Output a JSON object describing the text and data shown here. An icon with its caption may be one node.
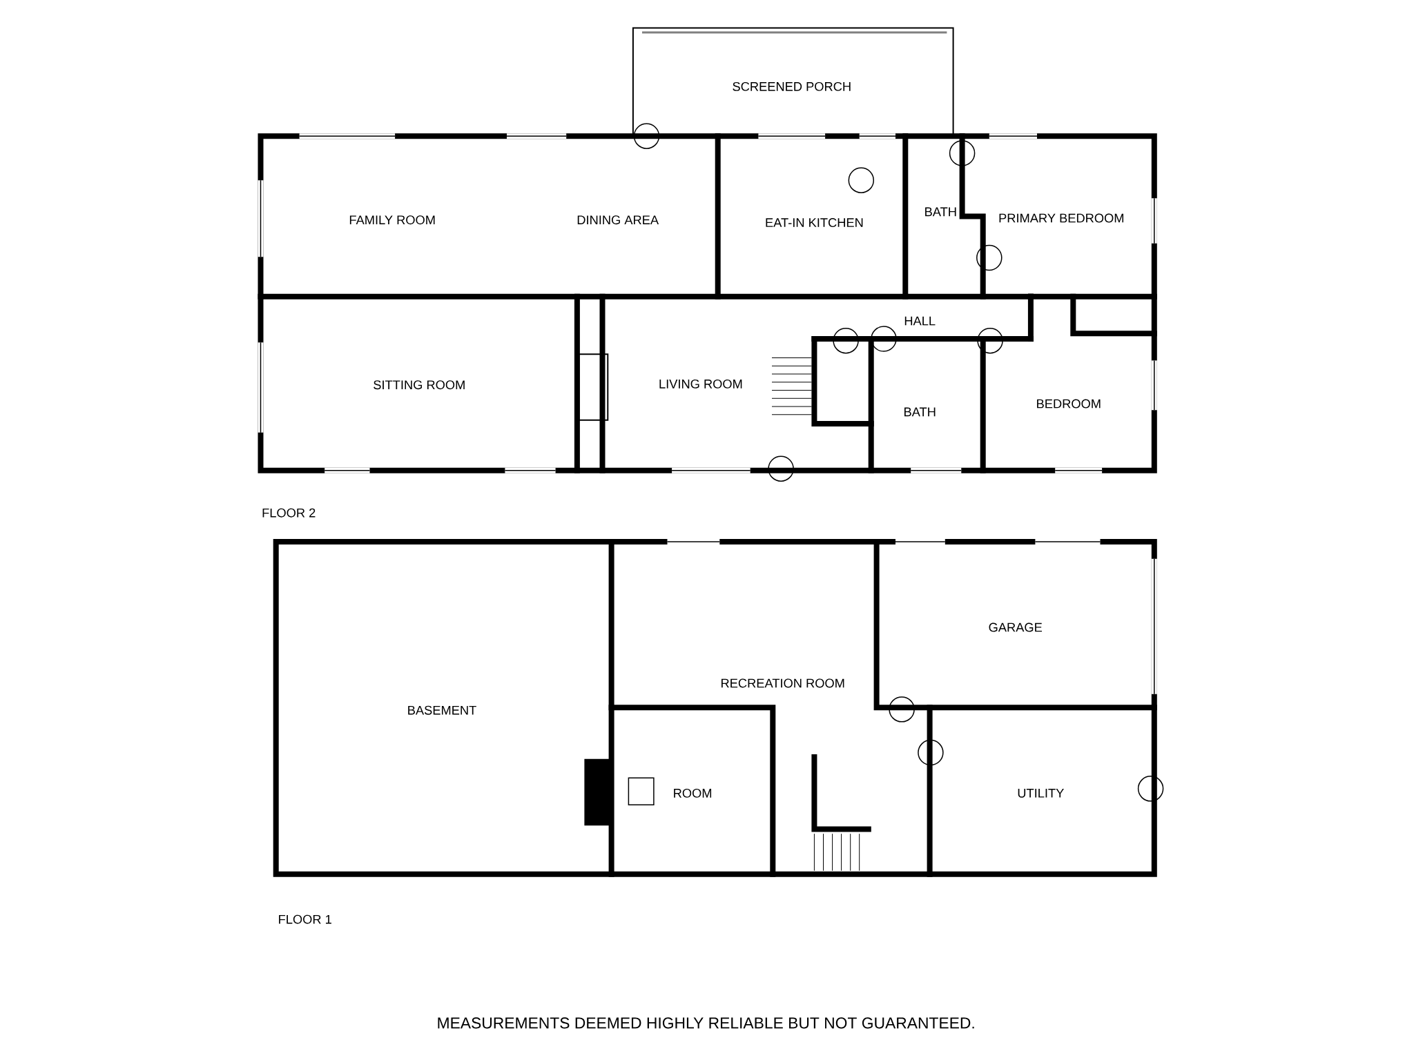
{
  "diagram": {
    "caption": "MEASUREMENTS DEEMED HIGHLY RELIABLE BUT NOT GUARANTEED.",
    "labels": [
      "SCREENED PORCH",
      "FAMILY ROOM",
      "DINING AREA",
      "BATH",
      "PRIMARY BEDROOM",
      "EAT-IN KITCHEN",
      "HALL",
      "SITTING ROOM",
      "LIVING ROOM",
      "BEDROOM",
      "BATH",
      "FLOOR 2",
      "GARAGE",
      "RECREATION ROOM",
      "BASEMENT",
      "ROOM",
      "UTILITY",
      "FLOOR 1"
    ]
  }
}
